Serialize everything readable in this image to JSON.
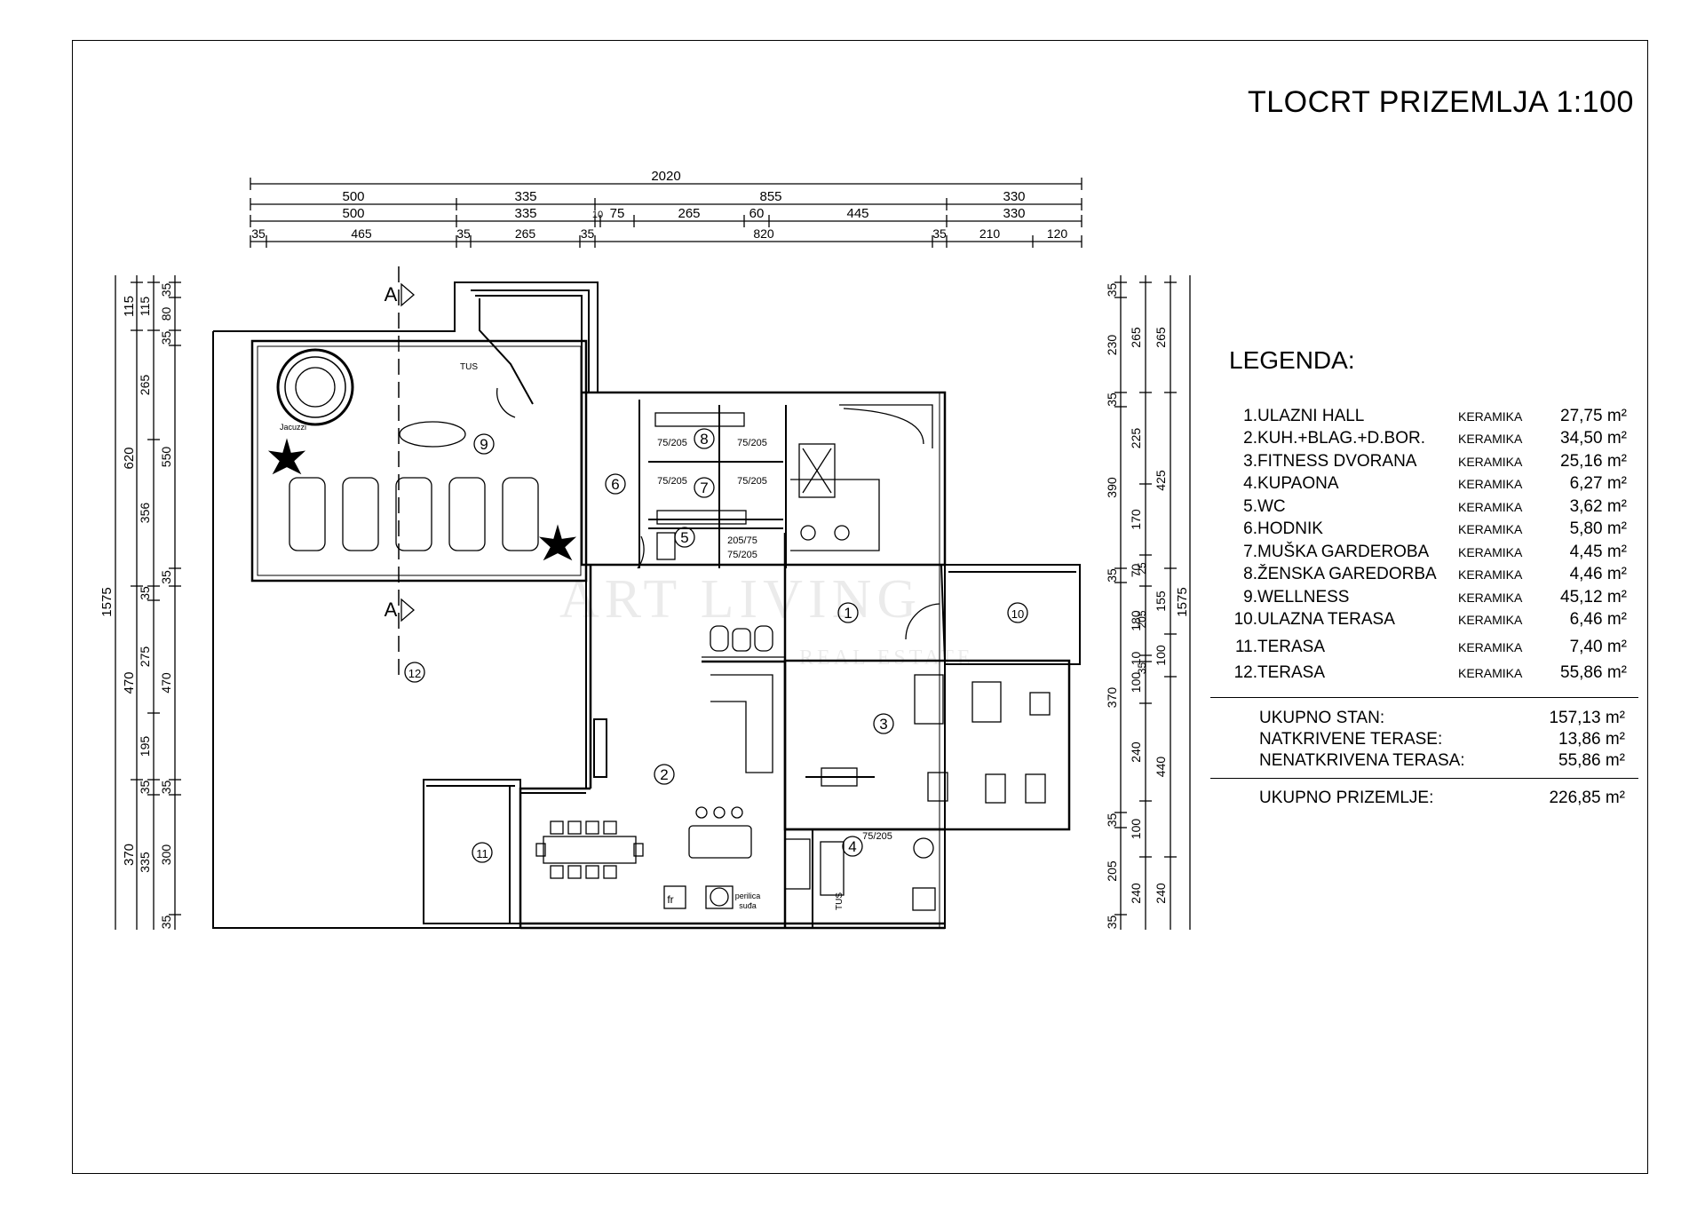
{
  "title": "TLOCRT PRIZEMLJA 1:100",
  "legend": {
    "heading": "LEGENDA:",
    "unit": "m²",
    "rooms": [
      {
        "num": "1.",
        "name": "ULAZNI HALL",
        "material": "KERAMIKA",
        "area": "27,75 m²"
      },
      {
        "num": "2.",
        "name": "KUH.+BLAG.+D.BOR.",
        "material": "KERAMIKA",
        "area": "34,50 m²"
      },
      {
        "num": "3.",
        "name": "FITNESS DVORANA",
        "material": "KERAMIKA",
        "area": "25,16 m²"
      },
      {
        "num": "4.",
        "name": "KUPAONA",
        "material": "KERAMIKA",
        "area": "6,27 m²"
      },
      {
        "num": "5.",
        "name": "WC",
        "material": "KERAMIKA",
        "area": "3,62 m²"
      },
      {
        "num": "6.",
        "name": "HODNIK",
        "material": "KERAMIKA",
        "area": "5,80 m²"
      },
      {
        "num": "7.",
        "name": "MUŠKA GARDEROBA",
        "material": "KERAMIKA",
        "area": "4,45 m²"
      },
      {
        "num": "8.",
        "name": "ŽENSKA GAREDORBA",
        "material": "KERAMIKA",
        "area": "4,46 m²"
      },
      {
        "num": "9.",
        "name": "WELLNESS",
        "material": "KERAMIKA",
        "area": "45,12 m²"
      },
      {
        "num": "10.",
        "name": "ULAZNA TERASA",
        "material": "KERAMIKA",
        "area": "6,46 m²"
      },
      {
        "num": "11.",
        "name": "TERASA",
        "material": "KERAMIKA",
        "area": "7,40 m²"
      },
      {
        "num": "12.",
        "name": "TERASA",
        "material": "KERAMIKA",
        "area": "55,86 m²"
      }
    ],
    "totals": [
      {
        "label": "UKUPNO STAN:",
        "value": "157,13 m²"
      },
      {
        "label": "NATKRIVENE TERASE:",
        "value": "13,86 m²"
      },
      {
        "label": "NENATKRIVENA TERASA:",
        "value": "55,86 m²"
      }
    ],
    "grand_total": {
      "label": "UKUPNO PRIZEMLJE:",
      "value": "226,85 m²"
    }
  },
  "dimensions": {
    "top_total": "2020",
    "top_row1": [
      "500",
      "335",
      "855",
      "330"
    ],
    "top_row2": [
      "500",
      "335",
      "10",
      "75",
      "265",
      "60",
      "445",
      "330"
    ],
    "top_row3": [
      "35",
      "465",
      "35",
      "265",
      "35",
      "820",
      "35",
      "210",
      "120"
    ],
    "left_total": "1575",
    "left_col1": [
      "115",
      "620",
      "470",
      "370"
    ],
    "left_col2": [
      "115",
      "265",
      "356",
      "35",
      "275",
      "195",
      "35",
      "335"
    ],
    "left_col3": [
      "35",
      "80",
      "35",
      "550",
      "35",
      "470",
      "35",
      "300",
      "35"
    ],
    "right_total": "1575",
    "right_col1": [
      "35",
      "230",
      "35",
      "390",
      "35",
      "370",
      "35",
      "205",
      "35"
    ],
    "right_col2": [
      "265",
      "225",
      "170",
      "70",
      "180",
      "10",
      "100",
      "240",
      "100",
      "240"
    ],
    "right_col3": [
      "265",
      "425",
      "155",
      "100",
      "440",
      "240"
    ],
    "right_col4": [
      "25",
      "205",
      "35"
    ]
  },
  "section_marks": [
    "A",
    "A"
  ],
  "room_numbers": [
    "1",
    "2",
    "3",
    "4",
    "5",
    "6",
    "7",
    "8",
    "9",
    "10",
    "11",
    "12"
  ],
  "door_labels": [
    "75/205",
    "75/205",
    "75/205",
    "75/205",
    "205/75",
    "75/205",
    "75/205"
  ],
  "small_labels": {
    "tus1": "TUS",
    "tus2": "TUS",
    "jacuzzi": "Jacuzzi",
    "fr": "fr",
    "perilica": "perilica",
    "sudja": "suđa"
  },
  "watermark": {
    "line1": "ART LIVING",
    "line2": "REAL ESTATE"
  }
}
